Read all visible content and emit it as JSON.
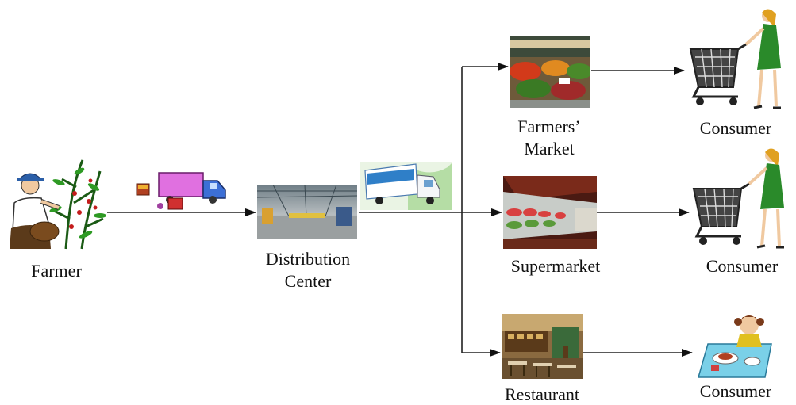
{
  "diagram": {
    "nodes": {
      "farmer": {
        "label": "Farmer",
        "icon": "farmer-harvesting-icon"
      },
      "distribution": {
        "line1": "Distribution",
        "line2": "Center",
        "icon": "warehouse-photo"
      },
      "farmers_market": {
        "line1": "Farmers’",
        "line2": "Market",
        "icon": "vegetable-market-photo"
      },
      "supermarket": {
        "label": "Supermarket",
        "icon": "supermarket-aisle-photo"
      },
      "restaurant": {
        "label": "Restaurant",
        "icon": "restaurant-interior-photo"
      },
      "consumer_1": {
        "label": "Consumer",
        "icon": "shopper-with-cart-icon"
      },
      "consumer_2": {
        "label": "Consumer",
        "icon": "shopper-with-cart-icon"
      },
      "consumer_3": {
        "label": "Consumer",
        "icon": "girl-eating-meal-icon"
      }
    },
    "transport_icons": [
      "delivery-truck-icon",
      "refrigerated-truck-photo"
    ],
    "edges": [
      {
        "from": "farmer",
        "to": "distribution"
      },
      {
        "from": "distribution",
        "to": "farmers_market"
      },
      {
        "from": "distribution",
        "to": "supermarket"
      },
      {
        "from": "distribution",
        "to": "restaurant"
      },
      {
        "from": "farmers_market",
        "to": "consumer_1"
      },
      {
        "from": "supermarket",
        "to": "consumer_2"
      },
      {
        "from": "restaurant",
        "to": "consumer_3"
      }
    ],
    "colors": {
      "line": "#222222",
      "text": "#111111"
    }
  }
}
